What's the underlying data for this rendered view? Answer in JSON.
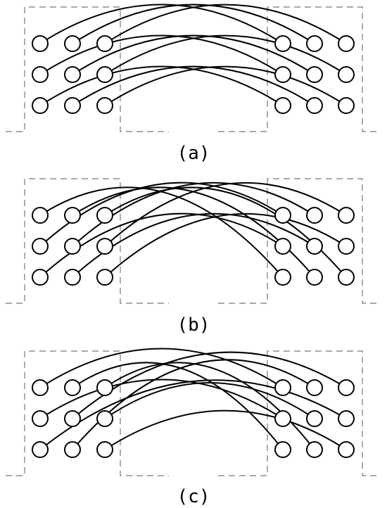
{
  "panels": [
    {
      "id": "a",
      "label": "(a)"
    },
    {
      "id": "b",
      "label": "(b)"
    },
    {
      "id": "c",
      "label": "(c)"
    }
  ],
  "conductor_grid": {
    "rows": 3,
    "columns_per_side": 3
  },
  "windings": {
    "a": [
      {
        "from": [
          1,
          1
        ],
        "to": [
          1,
          4
        ]
      },
      {
        "from": [
          1,
          2
        ],
        "to": [
          1,
          5
        ]
      },
      {
        "from": [
          1,
          3
        ],
        "to": [
          1,
          6
        ]
      },
      {
        "from": [
          2,
          1
        ],
        "to": [
          2,
          4
        ]
      },
      {
        "from": [
          2,
          2
        ],
        "to": [
          2,
          5
        ]
      },
      {
        "from": [
          2,
          3
        ],
        "to": [
          2,
          6
        ]
      },
      {
        "from": [
          3,
          1
        ],
        "to": [
          3,
          4
        ]
      },
      {
        "from": [
          3,
          2
        ],
        "to": [
          3,
          5
        ]
      },
      {
        "from": [
          3,
          3
        ],
        "to": [
          3,
          6
        ]
      }
    ],
    "b": [
      {
        "from": [
          1,
          1
        ],
        "to": [
          3,
          4
        ]
      },
      {
        "from": [
          1,
          2
        ],
        "to": [
          3,
          5
        ]
      },
      {
        "from": [
          1,
          3
        ],
        "to": [
          3,
          6
        ]
      },
      {
        "from": [
          2,
          1
        ],
        "to": [
          1,
          4
        ]
      },
      {
        "from": [
          2,
          2
        ],
        "to": [
          1,
          5
        ]
      },
      {
        "from": [
          2,
          3
        ],
        "to": [
          1,
          6
        ]
      },
      {
        "from": [
          3,
          1
        ],
        "to": [
          2,
          4
        ]
      },
      {
        "from": [
          3,
          2
        ],
        "to": [
          2,
          5
        ]
      },
      {
        "from": [
          3,
          3
        ],
        "to": [
          2,
          6
        ]
      }
    ],
    "c": [
      {
        "from": [
          1,
          1
        ],
        "to": [
          1,
          4
        ]
      },
      {
        "from": [
          1,
          2
        ],
        "to": [
          3,
          4
        ]
      },
      {
        "from": [
          1,
          3
        ],
        "to": [
          3,
          5
        ]
      },
      {
        "from": [
          2,
          1
        ],
        "to": [
          2,
          4
        ]
      },
      {
        "from": [
          2,
          2
        ],
        "to": [
          1,
          6
        ]
      },
      {
        "from": [
          2,
          3
        ],
        "to": [
          2,
          5
        ]
      },
      {
        "from": [
          3,
          1
        ],
        "to": [
          2,
          6
        ]
      },
      {
        "from": [
          3,
          2
        ],
        "to": [
          1,
          5
        ]
      },
      {
        "from": [
          3,
          3
        ],
        "to": [
          3,
          6
        ]
      }
    ]
  }
}
